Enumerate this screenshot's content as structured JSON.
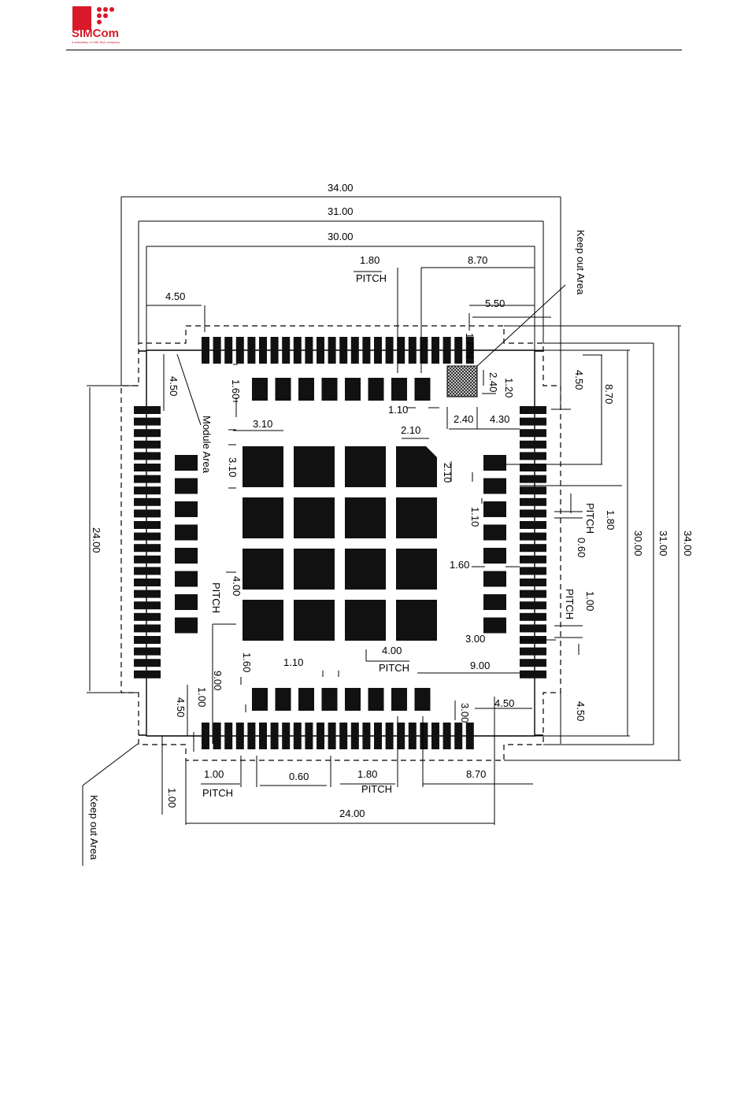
{
  "header": {
    "logo_icon": "simcom-logo",
    "logo_text": "SIMCom",
    "logo_tagline": "a subsidiary of SIM Tech company",
    "brand_color": "#d7192a"
  },
  "drawing": {
    "colors": {
      "line": "#000000",
      "pad": "#111111",
      "keepout_hatch": "#333333"
    },
    "labels": {
      "keep_out_top": "Keep out Area",
      "keep_out_bottom": "Keep out Area",
      "module_area": "Module Area",
      "pin1": "1 PIN",
      "pitch": "PITCH"
    },
    "dims": {
      "top_34": "34.00",
      "top_31": "31.00",
      "top_30": "30.00",
      "top_pitch_180": "1.80",
      "top_870": "8.70",
      "top_450": "4.50",
      "top_550": "5.50",
      "r_450": "4.50",
      "r_870": "8.70",
      "r_240": "2.40",
      "r_120": "1.20",
      "r_240b": "2.40",
      "r_430": "4.30",
      "left_450": "4.50",
      "left_160": "1.60",
      "mid_110": "1.10",
      "sq_310h": "3.10",
      "sq_310v": "3.10",
      "sq_210h": "2.10",
      "sq_210v": "2.10",
      "rc_110": "1.10",
      "rc_180": "1.80",
      "rc_060": "0.60",
      "rc_160": "1.60",
      "rc_100": "1.00",
      "r_3000": "30.00",
      "r_3100": "31.00",
      "r_3400": "34.00",
      "left_2400": "24.00",
      "c_400v": "4.00",
      "c_400h": "4.00",
      "c_900h": "9.00",
      "c_300": "3.00",
      "l_900v": "9.00",
      "b_160": "1.60",
      "b_110": "1.10",
      "b_100v": "1.00",
      "b_450v": "4.50",
      "b_300": "3.00",
      "b_450h": "4.50",
      "br_450v": "4.50",
      "b_100p": "1.00",
      "b_060": "0.60",
      "b_180p": "1.80",
      "b_870": "8.70",
      "b_100l": "1.00",
      "b_2400": "24.00"
    }
  }
}
